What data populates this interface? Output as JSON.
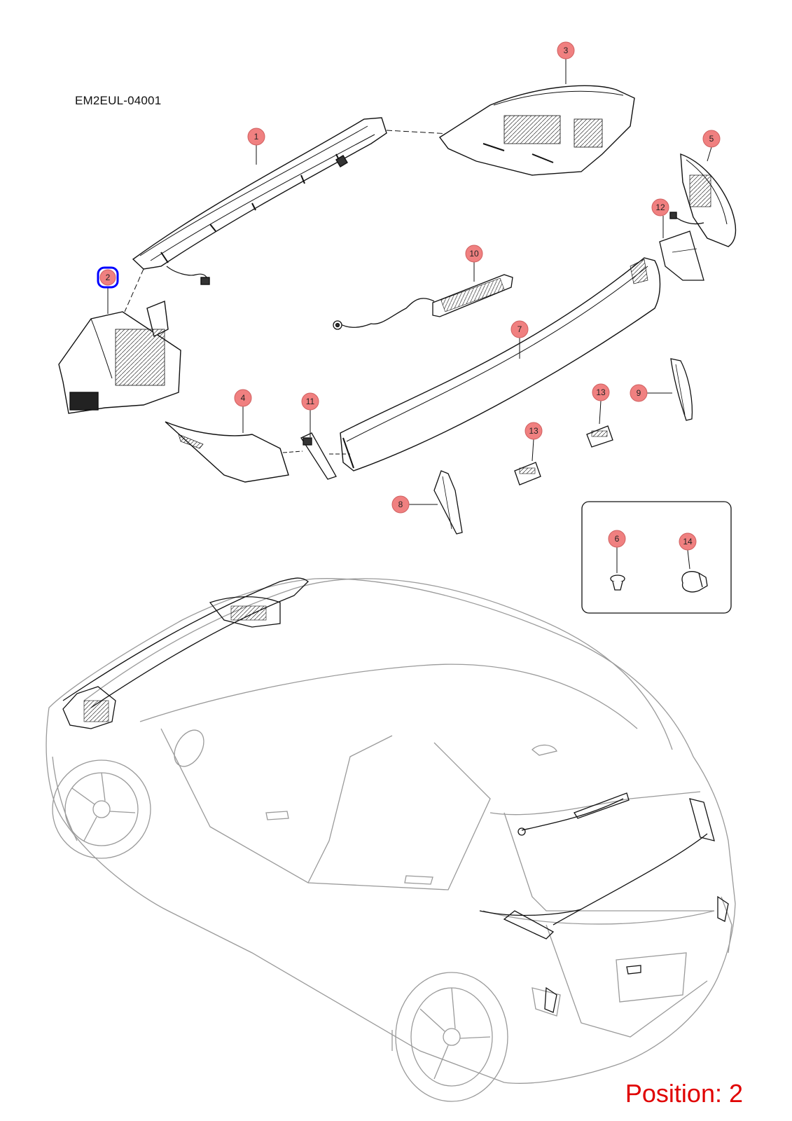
{
  "diagram_code": "EM2EUL-04001",
  "position_label": "Position: 2",
  "highlight_color": "#0000ff",
  "callout_color": "#f08080",
  "callouts": [
    {
      "id": "callout-1",
      "label": "1"
    },
    {
      "id": "callout-2",
      "label": "2",
      "selected": true
    },
    {
      "id": "callout-3",
      "label": "3"
    },
    {
      "id": "callout-4",
      "label": "4"
    },
    {
      "id": "callout-5",
      "label": "5"
    },
    {
      "id": "callout-6",
      "label": "6"
    },
    {
      "id": "callout-7",
      "label": "7"
    },
    {
      "id": "callout-8",
      "label": "8"
    },
    {
      "id": "callout-9",
      "label": "9"
    },
    {
      "id": "callout-10",
      "label": "10"
    },
    {
      "id": "callout-11",
      "label": "11"
    },
    {
      "id": "callout-12",
      "label": "12"
    },
    {
      "id": "callout-13a",
      "label": "13"
    },
    {
      "id": "callout-13b",
      "label": "13"
    },
    {
      "id": "callout-14",
      "label": "14"
    }
  ]
}
